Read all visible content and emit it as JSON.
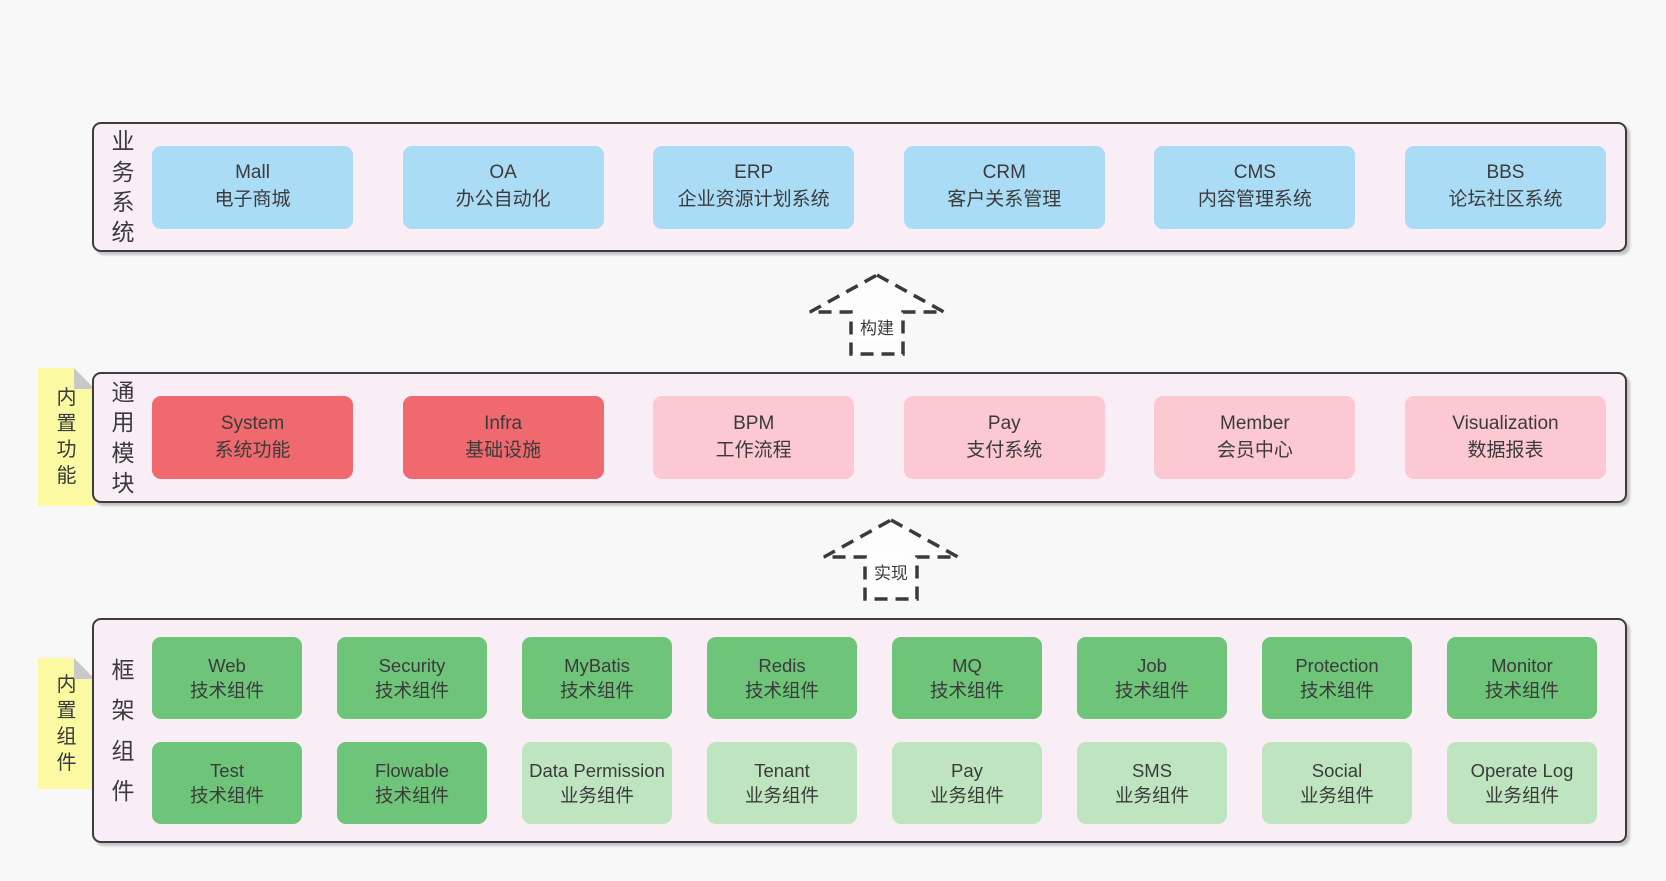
{
  "layers": [
    {
      "label": "业务系统",
      "rows": [
        [
          {
            "name": "Mall",
            "sub": "电子商城"
          },
          {
            "name": "OA",
            "sub": "办公自动化"
          },
          {
            "name": "ERP",
            "sub": "企业资源计划系统"
          },
          {
            "name": "CRM",
            "sub": "客户关系管理"
          },
          {
            "name": "CMS",
            "sub": "内容管理系统"
          },
          {
            "name": "BBS",
            "sub": "论坛社区系统"
          }
        ]
      ]
    },
    {
      "label": "通用模块",
      "tag": "内置功能",
      "rows": [
        [
          {
            "name": "System",
            "sub": "系统功能"
          },
          {
            "name": "Infra",
            "sub": "基础设施"
          },
          {
            "name": "BPM",
            "sub": "工作流程"
          },
          {
            "name": "Pay",
            "sub": "支付系统"
          },
          {
            "name": "Member",
            "sub": "会员中心"
          },
          {
            "name": "Visualization",
            "sub": "数据报表"
          }
        ]
      ]
    },
    {
      "label": "框架组件",
      "tag": "内置组件",
      "rows": [
        [
          {
            "name": "Web",
            "sub": "技术组件"
          },
          {
            "name": "Security",
            "sub": "技术组件"
          },
          {
            "name": "MyBatis",
            "sub": "技术组件"
          },
          {
            "name": "Redis",
            "sub": "技术组件"
          },
          {
            "name": "MQ",
            "sub": "技术组件"
          },
          {
            "name": "Job",
            "sub": "技术组件"
          },
          {
            "name": "Protection",
            "sub": "技术组件"
          },
          {
            "name": "Monitor",
            "sub": "技术组件"
          }
        ],
        [
          {
            "name": "Test",
            "sub": "技术组件"
          },
          {
            "name": "Flowable",
            "sub": "技术组件"
          },
          {
            "name": "Data Permission",
            "sub": "业务组件"
          },
          {
            "name": "Tenant",
            "sub": "业务组件"
          },
          {
            "name": "Pay",
            "sub": "业务组件"
          },
          {
            "name": "SMS",
            "sub": "业务组件"
          },
          {
            "name": "Social",
            "sub": "业务组件"
          },
          {
            "name": "Operate Log",
            "sub": "业务组件"
          }
        ]
      ]
    }
  ],
  "arrows": [
    {
      "label": "构建"
    },
    {
      "label": "实现"
    }
  ],
  "colors": {
    "page_background": "#f8f8f8",
    "layer_background": "#f9edf6",
    "layer_border": "#3d3d3d",
    "business_box": "#aadcf6",
    "core_module_box": "#f0696e",
    "optional_module_box": "#fcc8d2",
    "tech_component_box": "#6ec478",
    "biz_component_box": "#bee5bf",
    "tag_background": "#fbf9a2",
    "text": "#3b3b3b"
  }
}
